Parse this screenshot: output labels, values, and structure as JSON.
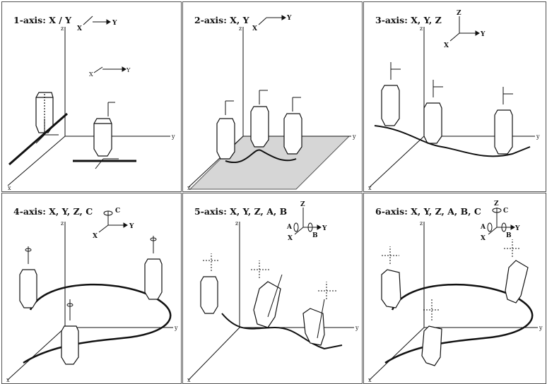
{
  "panels": [
    {
      "title": "1-axis: X / Y",
      "tri_labels": [
        "X",
        "Y"
      ],
      "axis_labels": [
        "z",
        "y",
        "x"
      ],
      "bed": "none"
    },
    {
      "title": "2-axis: X, Y",
      "tri_labels": [
        "X",
        "Y"
      ],
      "axis_labels": [
        "z",
        "y",
        "x"
      ],
      "bed": "gray-plane"
    },
    {
      "title": "3-axis: X, Y, Z",
      "tri_labels": [
        "Z",
        "Y",
        "X"
      ],
      "axis_labels": [
        "z",
        "y",
        "x"
      ],
      "bed": "none"
    },
    {
      "title": "4-axis: X, Y, Z, C",
      "tri_labels": [
        "C",
        "Y",
        "X"
      ],
      "axis_labels": [
        "z",
        "y",
        "x"
      ],
      "bed": "none"
    },
    {
      "title": "5-axis: X, Y, Z, A, B",
      "tri_labels": [
        "Z",
        "A",
        "B",
        "Y",
        "X"
      ],
      "axis_labels": [
        "z",
        "y",
        "x"
      ],
      "bed": "none"
    },
    {
      "title": "6-axis: X, Y, Z, A, B, C",
      "tri_labels": [
        "Z",
        "C",
        "A",
        "B",
        "Y",
        "X"
      ],
      "axis_labels": [
        "z",
        "y",
        "x"
      ],
      "bed": "none"
    }
  ],
  "colors": {
    "line": "#111111",
    "bed": "#d6d6d6",
    "tool": "#ffffff"
  }
}
